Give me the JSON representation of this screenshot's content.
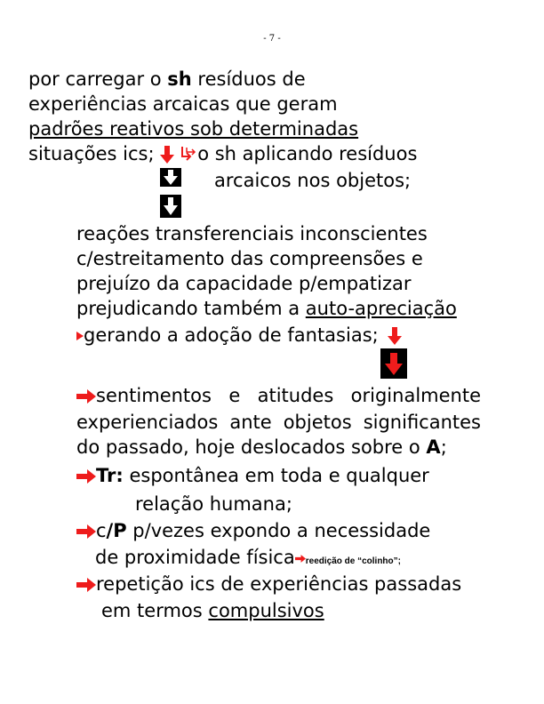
{
  "page_number": "- 7 -",
  "colors": {
    "text": "#000000",
    "accent": "#ee1c1c",
    "box": "#000000"
  },
  "lines": {
    "l1_a": "por carregar o ",
    "l1_b": "sh",
    "l1_c": " resíduos de",
    "l2": "experiências arcaicas que geram",
    "l3": "padrões reativos sob determinadas",
    "l4_a": "situações ics; ",
    "l4_b": "o sh aplicando resíduos",
    "l5": "arcaicos nos objetos;",
    "l6": "reações transferenciais inconscientes",
    "l7": "c/estreitamento das compreensões e",
    "l8": "prejuízo da capacidade p/empatizar",
    "l9_a": "prejudicando também a ",
    "l9_b": "auto-apreciação",
    "l10": "gerando a adoção de fantasias;",
    "l11": "sentimentos e atitudes originalmente",
    "l12": "experienciados ante objetos significantes",
    "l13_a": "do passado, hoje deslocados sobre o ",
    "l13_b": "A",
    "l13_c": ";",
    "l14_a": "Tr:",
    "l14_b": " espontânea em toda e qualquer",
    "l15": "relação humana;",
    "l16_a": "c",
    "l16_b": "/P",
    "l16_c": " p/vezes expondo a necessidade",
    "l17_a": "de proximidade física",
    "l17_b": "reedição de “colinho”;",
    "l18": "repetição ics de experiências passadas",
    "l19_a": "em termos ",
    "l19_b": "compulsivos"
  },
  "icons": {
    "down_arrow": "red-down-arrow-icon",
    "hook_arrow": "hooked-down-arrow-icon",
    "box_arrow": "black-box-down-arrow-icon",
    "right_arrow": "red-right-arrow-icon",
    "bullet_arrow": "small-red-arrow-bullet-icon"
  }
}
